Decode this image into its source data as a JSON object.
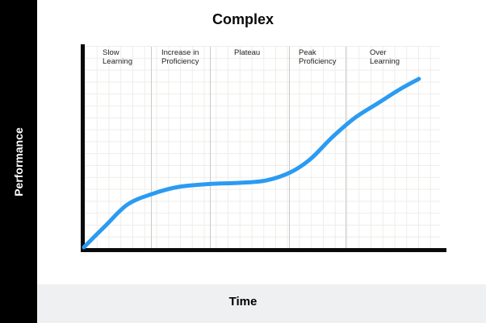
{
  "title": "Complex",
  "y_axis": {
    "label": "Performance",
    "band_color": "#000000",
    "text_color": "#ffffff"
  },
  "x_axis": {
    "label": "Time",
    "band_color": "#eff0f1",
    "text_color": "#000000"
  },
  "phases": [
    {
      "label": "Slow\nLearning",
      "start": 0.0,
      "end": 0.19
    },
    {
      "label": "Increase in\nProficiency",
      "start": 0.19,
      "end": 0.36
    },
    {
      "label": "Plateau",
      "start": 0.36,
      "end": 0.58
    },
    {
      "label": "Peak\nProficiency",
      "start": 0.58,
      "end": 0.74
    },
    {
      "label": "Over\nLearning",
      "start": 0.74,
      "end": 1.0
    }
  ],
  "chart_data": {
    "type": "line",
    "title": "Complex",
    "xlabel": "Time",
    "ylabel": "Performance",
    "x_range": [
      0,
      1
    ],
    "y_range": [
      0,
      1
    ],
    "grid": true,
    "tick_labels": "none",
    "line_color": "#2b9bf2",
    "line_width": 5,
    "phase_boundaries_x": [
      0.19,
      0.36,
      0.58,
      0.74
    ],
    "series": [
      {
        "name": "learning-curve",
        "points": [
          [
            0.002,
            0.004
          ],
          [
            0.061,
            0.108
          ],
          [
            0.124,
            0.215
          ],
          [
            0.192,
            0.267
          ],
          [
            0.269,
            0.303
          ],
          [
            0.355,
            0.317
          ],
          [
            0.441,
            0.323
          ],
          [
            0.514,
            0.335
          ],
          [
            0.581,
            0.375
          ],
          [
            0.638,
            0.442
          ],
          [
            0.699,
            0.55
          ],
          [
            0.762,
            0.645
          ],
          [
            0.83,
            0.721
          ],
          [
            0.887,
            0.785
          ],
          [
            0.941,
            0.837
          ]
        ]
      }
    ]
  }
}
